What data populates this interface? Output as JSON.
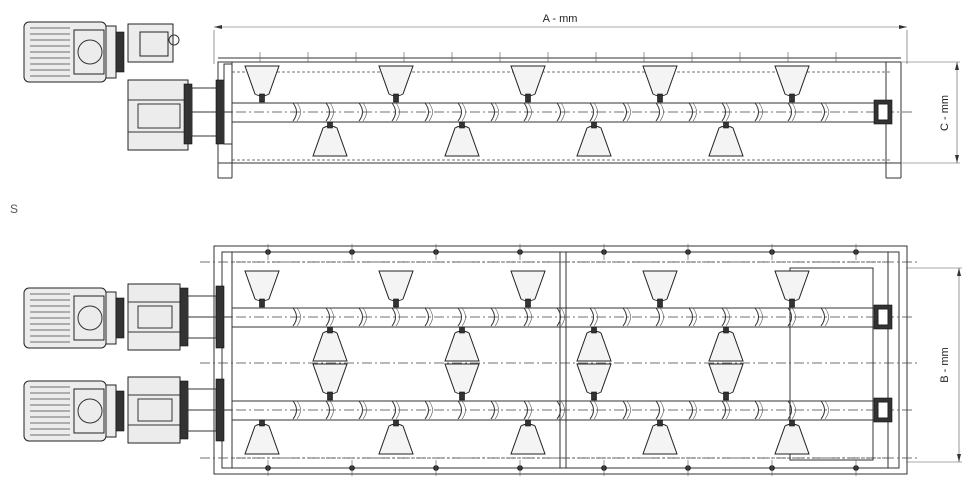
{
  "labels": {
    "dimension_a": "A - mm",
    "dimension_c": "C - mm",
    "dimension_b": "B - mm",
    "section_mark": "S"
  },
  "colors": {
    "line": "#333333",
    "paper": "#ffffff",
    "blade_fill": "#f4f4f4",
    "motor_fill": "#ececec"
  }
}
